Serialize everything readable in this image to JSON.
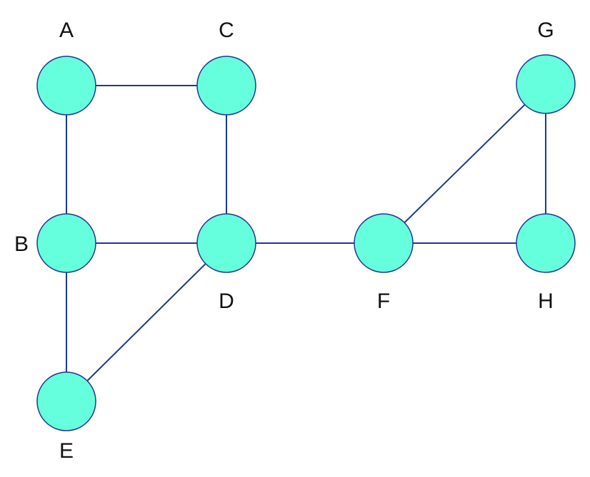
{
  "graph": {
    "nodes": [
      {
        "id": "A",
        "label": "A"
      },
      {
        "id": "B",
        "label": "B"
      },
      {
        "id": "C",
        "label": "C"
      },
      {
        "id": "D",
        "label": "D"
      },
      {
        "id": "E",
        "label": "E"
      },
      {
        "id": "F",
        "label": "F"
      },
      {
        "id": "G",
        "label": "G"
      },
      {
        "id": "H",
        "label": "H"
      }
    ],
    "edges": [
      {
        "from": "A",
        "to": "C"
      },
      {
        "from": "A",
        "to": "B"
      },
      {
        "from": "C",
        "to": "D"
      },
      {
        "from": "B",
        "to": "D"
      },
      {
        "from": "B",
        "to": "E"
      },
      {
        "from": "D",
        "to": "E"
      },
      {
        "from": "D",
        "to": "F"
      },
      {
        "from": "F",
        "to": "G"
      },
      {
        "from": "F",
        "to": "H"
      },
      {
        "from": "G",
        "to": "H"
      }
    ]
  },
  "colors": {
    "node_fill": "#66ffdd",
    "edge": "#1e3a8a"
  }
}
